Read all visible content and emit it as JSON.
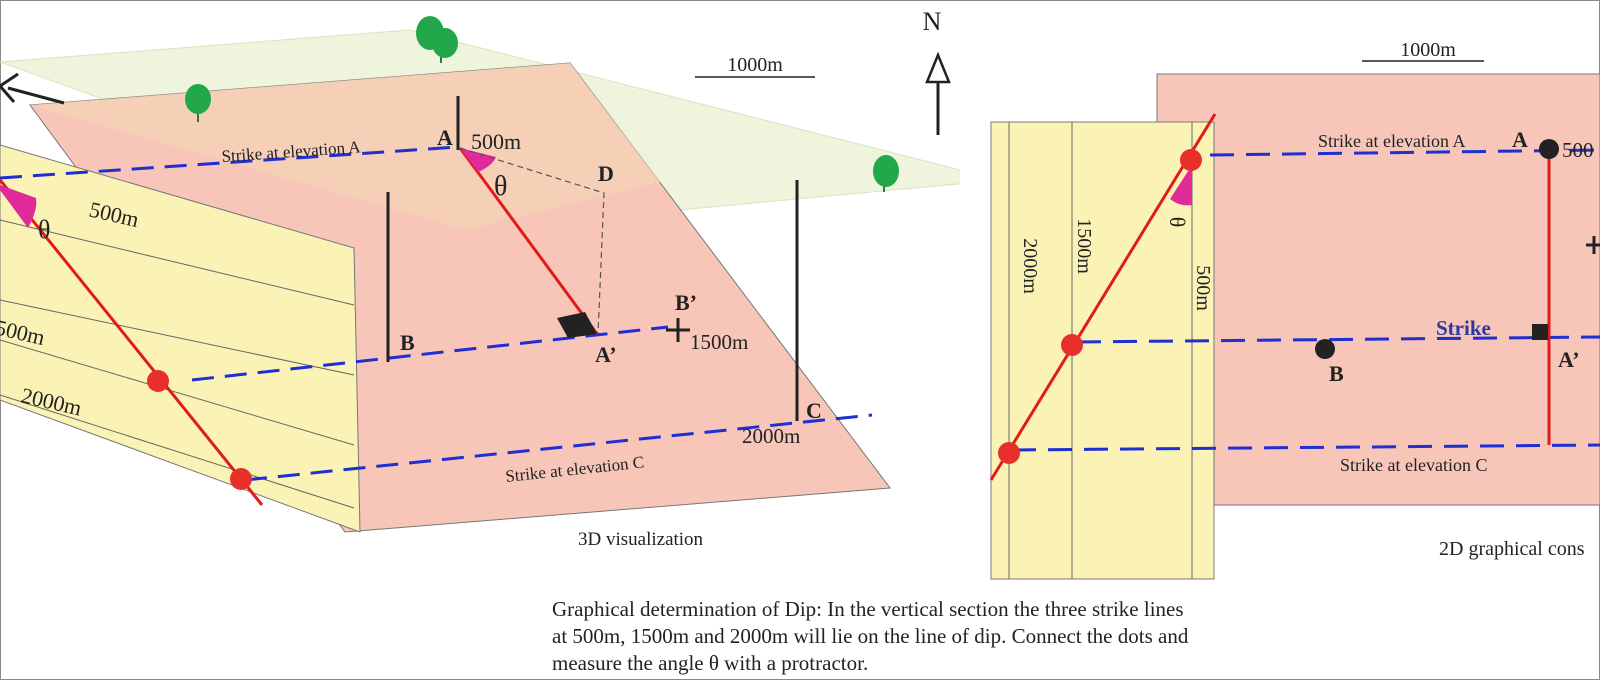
{
  "scale_bars": {
    "left": "1000m",
    "right": "1000m"
  },
  "north_label": "N",
  "three_d": {
    "caption": "3D visualization",
    "strike_a": "Strike at elevation A",
    "strike_c": "Strike at elevation C",
    "elev_500_top": "500m",
    "elev_500_side": "500m",
    "elev_1500_side": "500m",
    "elev_2000_side": "2000m",
    "elev_1500_plane": "1500m",
    "elev_2000_plane": "2000m",
    "label_a": "A",
    "label_a_prime": "A’",
    "label_b": "B",
    "label_b_prime": "B’",
    "label_c": "C",
    "label_d": "D",
    "theta_side": "θ",
    "theta_plane": "θ"
  },
  "two_d": {
    "caption": "2D graphical cons",
    "strike_a": "Strike at elevation A",
    "strike_mid": "Strike",
    "strike_c": "Strike at elevation C",
    "label_a": "A",
    "label_a_prime": "A’",
    "label_b": "B",
    "elev_500_a": "500",
    "sec_2000": "2000m",
    "sec_1500": "1500m",
    "sec_500": "500m",
    "theta": "θ"
  },
  "caption_lines": [
    "Graphical determination of Dip: In the vertical section the three strike lines",
    "at 500m, 1500m and 2000m will lie on the line of dip. Connect the dots and",
    "measure the angle θ with a protractor."
  ],
  "colors": {
    "salmon_plane": "#f7c6b8",
    "yellow_section": "#fbf3b5",
    "ground_plane": "#eef5dc",
    "strike_blue": "#1f2fd1",
    "dip_red": "#e01b1b",
    "dot_red": "#e8302b",
    "theta_magenta": "#e12a9a",
    "tree_green": "#22a84a"
  }
}
